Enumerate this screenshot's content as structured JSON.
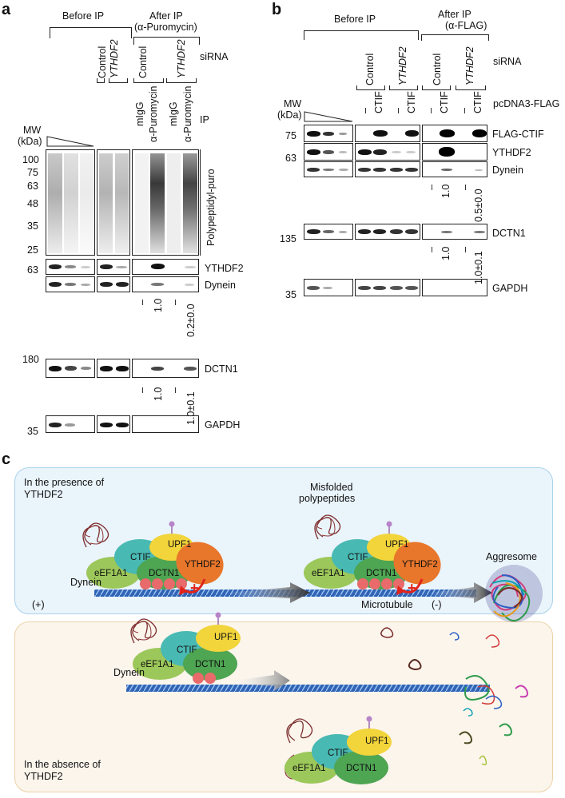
{
  "panel_a": {
    "letter": "a",
    "before_ip": "Before IP",
    "after_ip_line1": "After IP",
    "after_ip_line2": "(α-Puromycin)",
    "sirna_label": "siRNA",
    "ip_label": "IP",
    "sirna_control": "Control",
    "sirna_ythdf2": "YTHDF2",
    "ip_migg": "mIgG",
    "ip_puromycin": "α-Puromycin",
    "mw_label_line1": "MW",
    "mw_label_line2": "(kDa)",
    "mw_markers_top": [
      "100",
      "75",
      "63",
      "48",
      "35",
      "25"
    ],
    "mw_63": "63",
    "mw_180": "180",
    "mw_35": "35",
    "polypeptidyl_puro": "Polypeptidyl-puro",
    "ythdf2": "YTHDF2",
    "dynein": "Dynein",
    "dctn1": "DCTN1",
    "gapdh": "GAPDH",
    "dynein_quant": [
      "–",
      "1.0",
      "–",
      "0.2±0.0"
    ],
    "dctn1_quant": [
      "–",
      "1.0",
      "–",
      "1.0±0.1"
    ]
  },
  "panel_b": {
    "letter": "b",
    "before_ip": "Before IP",
    "after_ip_line1": "After IP",
    "after_ip_line2": "(α-FLAG)",
    "sirna_label": "siRNA",
    "sirna_control": "Control",
    "sirna_ythdf2": "YTHDF2",
    "pcdna_label": "pcDNA3-FLAG",
    "pcdna_lanes": [
      "–",
      "CTIF",
      "–",
      "CTIF",
      "–",
      "CTIF",
      "–",
      "CTIF"
    ],
    "mw_label_line1": "MW",
    "mw_label_line2": "(kDa)",
    "mw_75": "75",
    "mw_63": "63",
    "mw_135": "135",
    "mw_35": "35",
    "flag_ctif": "FLAG-CTIF",
    "ythdf2": "YTHDF2",
    "dynein": "Dynein",
    "dctn1": "DCTN1",
    "gapdh": "GAPDH",
    "dynein_quant": [
      "–",
      "1.0",
      "–",
      "0.5±0.0"
    ],
    "dctn1_quant": [
      "–",
      "1.0",
      "–",
      "1.0±0.1"
    ]
  },
  "panel_c": {
    "letter": "c",
    "presence_line1": "In the presence of",
    "presence_line2": "YTHDF2",
    "absence_line1": "In the absence of",
    "absence_line2": "YTHDF2",
    "misfolded_line1": "Misfolded",
    "misfolded_line2": "polypeptides",
    "aggresome": "Aggresome",
    "microtubule": "Microtubule",
    "plus_end": "(+)",
    "minus_end": "(-)",
    "dynein": "Dynein",
    "upf1": "UPF1",
    "ctif": "CTIF",
    "ythdf2": "YTHDF2",
    "eef1a1": "eEF1A1",
    "dctn1": "DCTN1",
    "plus_sign": "+",
    "colors": {
      "top_bg": "#eaf4fb",
      "top_border": "#a9d2ea",
      "bottom_bg": "#fbf5ec",
      "bottom_border": "#ecd2a6",
      "upf1": "#f2d43b",
      "ctif": "#49b9b3",
      "ythdf2": "#e8762b",
      "eef1a1": "#9cc75a",
      "dctn1": "#4ea552",
      "dynein": "#e86a6a",
      "microtubule": "#2f63b5",
      "arrow_red": "#e0241b"
    }
  }
}
